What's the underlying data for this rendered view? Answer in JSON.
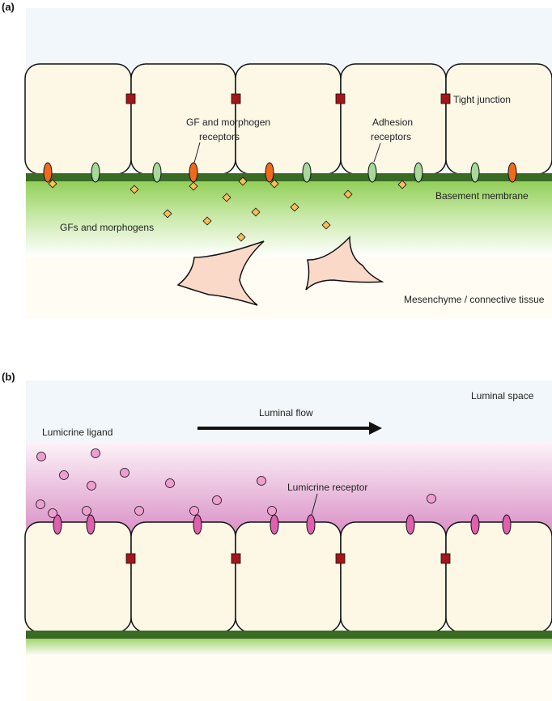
{
  "panel_a": {
    "letter": "(a)",
    "labels": {
      "tight_junction": "Tight junction",
      "gf_receptors_1": "GF and morphogen",
      "gf_receptors_2": "receptors",
      "adhesion_1": "Adhesion",
      "adhesion_2": "receptors",
      "basement_membrane": "Basement membrane",
      "gfs_morphogens": "GFs and morphogens",
      "mesenchyme": "Mesenchyme / connective tissue"
    }
  },
  "panel_b": {
    "letter": "(b)",
    "labels": {
      "luminal_space": "Luminal space",
      "luminal_flow": "Luminal flow",
      "lumicrine_ligand": "Lumicrine ligand",
      "lumicrine_receptor": "Lumicrine receptor"
    }
  },
  "colors": {
    "cell_fill": "#fdf8e6",
    "tight_junction": "#a3161a",
    "gf_receptor": "#f06a1e",
    "adhesion_receptor": "#a6d99a",
    "basement_membrane": "#3a6b24",
    "gf_diamond": "#f7bf5a",
    "mesenchyme_cell": "#fbd9c9",
    "lumicrine_ligand": "#ee9fcf",
    "lumicrine_receptor": "#e060b0"
  }
}
